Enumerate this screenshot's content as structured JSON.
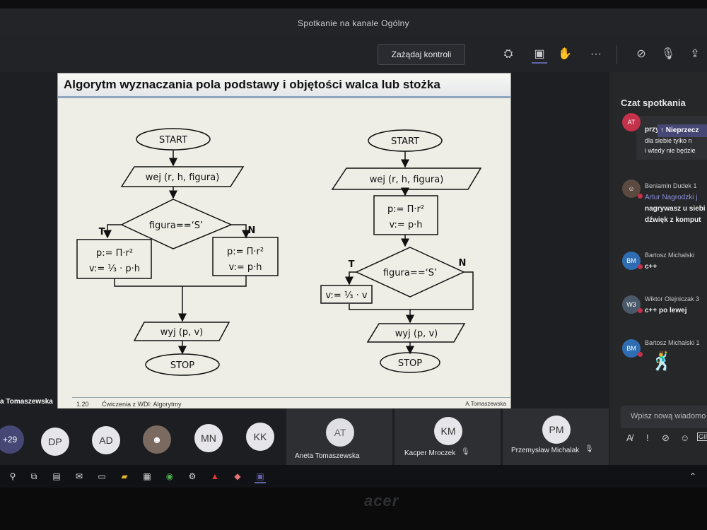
{
  "window": {
    "title": "Spotkanie na kanale Ogólny"
  },
  "toolbar": {
    "request_control": "Zażądaj kontroli",
    "icons": [
      "participants-icon",
      "chat-icon",
      "raise-hand-icon",
      "more-options-icon",
      "camera-off-icon",
      "mic-off-icon",
      "share-icon"
    ],
    "more_label": "···"
  },
  "slide": {
    "title": "Algorytm wyznaczania pola podstawy i objętości walca lub stożka",
    "footer_page": "1.20",
    "footer_course": "Ćwiczenia z WDI:  Algorytmy",
    "footer_author": "A.Tomaszewska",
    "left": {
      "start": "START",
      "input": "wej (r, h, figura)",
      "cond": "figura==‘S’",
      "true": "T",
      "false": "N",
      "t_line1": "p:= Π·r²",
      "t_line2": "v:= ⅓ · p·h",
      "f_line1": "p:= Π·r²",
      "f_line2": "v:= p·h",
      "output": "wyj (p, v)",
      "stop": "STOP"
    },
    "right": {
      "start": "START",
      "input": "wej (r, h, figura)",
      "calc1": "p:= Π·r²",
      "calc2": "v:= p·h",
      "cond": "figura==‘S’",
      "true": "T",
      "false": "N",
      "t_line": "v:= ⅓ · v",
      "output": "wyj (p, v)",
      "stop": "STOP"
    }
  },
  "presenter": {
    "label": "a Tomaszewska"
  },
  "chat": {
    "heading": "Czat spotkania",
    "unread_chip": "↑  Nieprzecz",
    "messages": [
      {
        "initials": "AT",
        "name": "",
        "text1": "przy",
        "text2": "dla siebie tylko n",
        "text3": "i wtedy nie będzie"
      },
      {
        "initials": "",
        "name": "Beniamin Dudek  1",
        "text1": "Artur Nagrodzki j",
        "text2": "nagrywasz u siebi",
        "text3": "dźwięk z komput"
      },
      {
        "initials": "BM",
        "name": "Bartosz Michalski",
        "text1": "c++"
      },
      {
        "initials": "W3",
        "name": "Wiktor Olejniczak 3",
        "text1": "c++ po lewej"
      },
      {
        "initials": "BM",
        "name": "Bartosz Michalski  1",
        "text1": ""
      }
    ],
    "input_placeholder": "Wpisz nową wiadomo",
    "tools": [
      "format-icon",
      "important-icon",
      "attach-icon",
      "emoji-icon",
      "gif-icon"
    ]
  },
  "participants": {
    "overflow": "+29",
    "avatars": [
      "DP",
      "AD",
      "",
      "MN",
      "KK"
    ],
    "tiles": [
      {
        "initials": "AT",
        "name": "Aneta Tomaszewska"
      },
      {
        "initials": "KM",
        "name": "Kacper Mroczek"
      },
      {
        "initials": "PM",
        "name": "Przemysław Michalak"
      }
    ]
  },
  "colors": {
    "accent": "#6264a7",
    "alert": "#c4314b",
    "slide_bg": "#eeeee6"
  },
  "brand": "acer"
}
